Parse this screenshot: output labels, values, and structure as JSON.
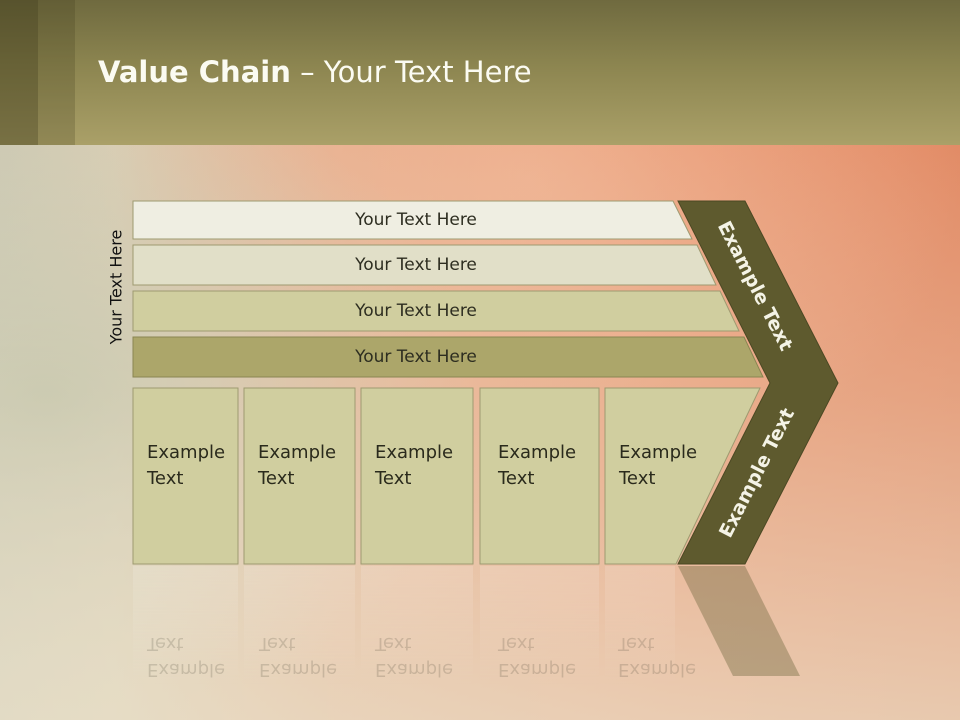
{
  "slide": {
    "title_bold": "Value Chain",
    "title_rest": " – Your Text Here",
    "vertical_label": "Your Text Here",
    "rows": [
      {
        "label": "Your Text Here",
        "color": "#efeee2"
      },
      {
        "label": "Your Text Here",
        "color": "#e1dfc8"
      },
      {
        "label": "Your Text Here",
        "color": "#d0ce9f"
      },
      {
        "label": "Your Text Here",
        "color": "#aca66a"
      }
    ],
    "boxes": [
      {
        "line1": "Example",
        "line2": "Text"
      },
      {
        "line1": "Example",
        "line2": "Text"
      },
      {
        "line1": "Example",
        "line2": "Text"
      },
      {
        "line1": "Example",
        "line2": "Text"
      },
      {
        "line1": "Example",
        "line2": "Text"
      }
    ],
    "chevron_upper_text": "Example Text",
    "chevron_lower_text": "Example Text"
  },
  "colors": {
    "header": "#8c8550",
    "chevron": "#5e5a2e",
    "box": "#d0ce9f",
    "title_text": "#fbfbf2"
  }
}
